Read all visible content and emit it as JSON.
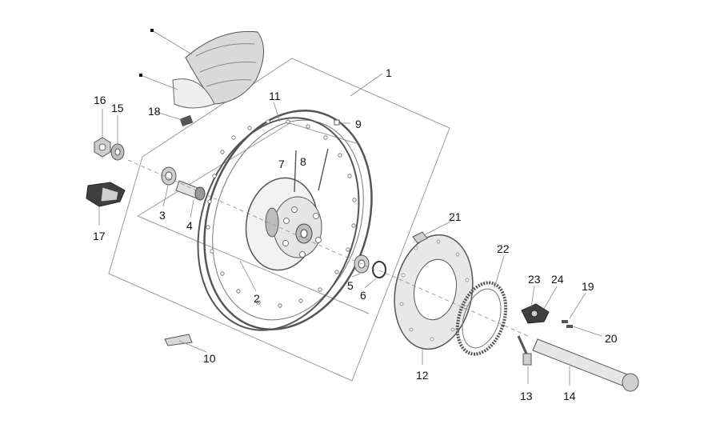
{
  "diagram": {
    "type": "exploded-parts-view",
    "callouts": [
      "1",
      "2",
      "3",
      "4",
      "5",
      "6",
      "7",
      "8",
      "9",
      "10",
      "11",
      "12",
      "13",
      "14",
      "15",
      "16",
      "17",
      "18",
      "19",
      "20",
      "21",
      "22",
      "23",
      "24"
    ]
  }
}
